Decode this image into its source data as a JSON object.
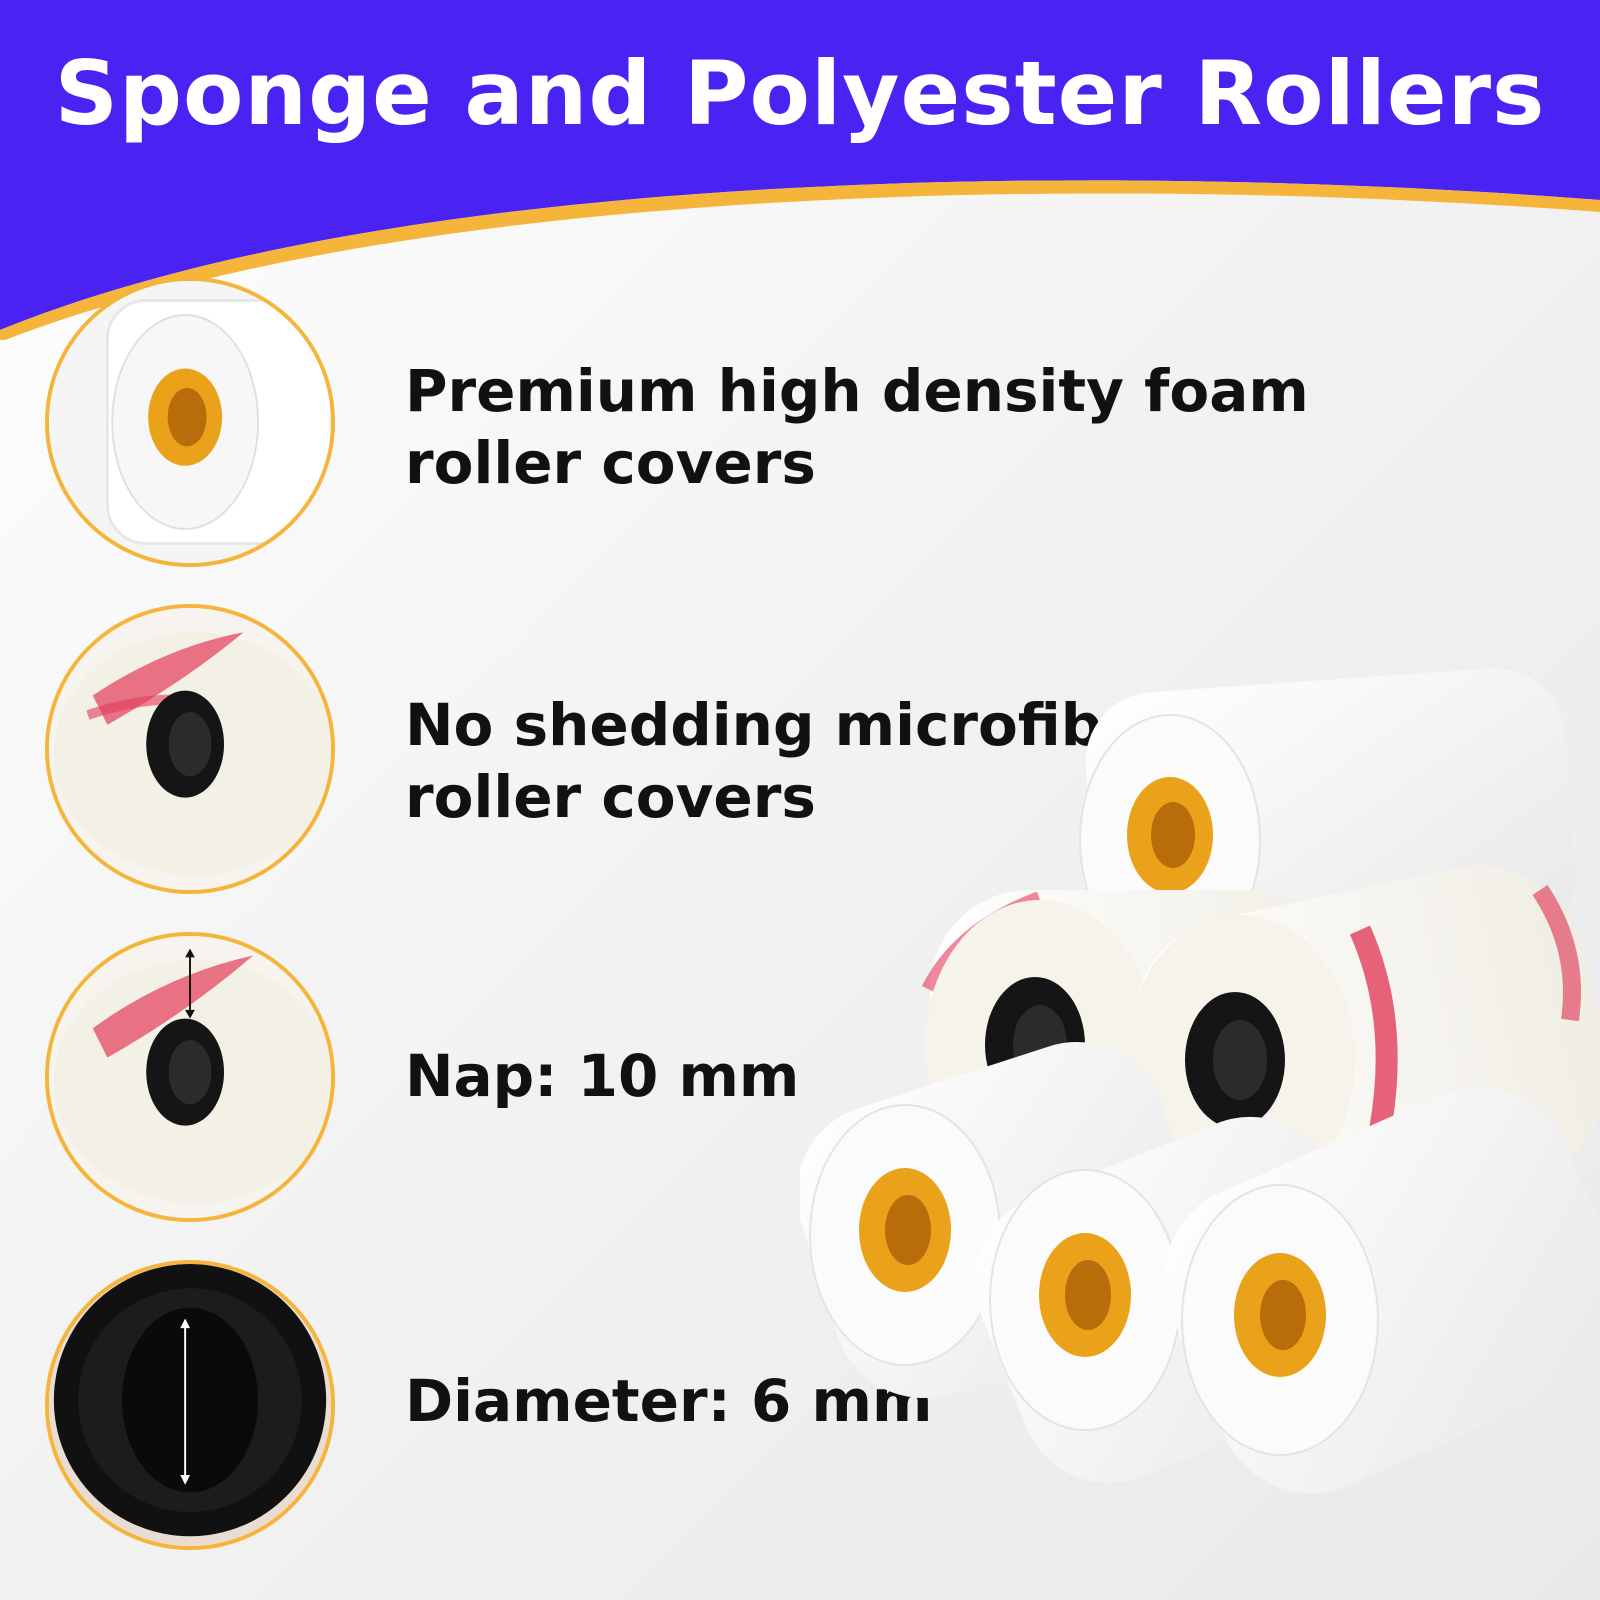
{
  "header": {
    "title": "Sponge and Polyester Rollers",
    "background_color": "#4a23f2",
    "accent_color": "#f4b53a"
  },
  "features": [
    {
      "line1": "Premium high density foam",
      "line2": "roller covers",
      "icon": "foam-roller-icon"
    },
    {
      "line1": "No shedding microfiber",
      "line2": "roller covers",
      "icon": "microfiber-roller-icon"
    },
    {
      "line1": "Nap: 10 mm",
      "line2": "",
      "icon": "nap-measure-icon"
    },
    {
      "line1": "Diameter: 6 mm",
      "line2": "",
      "icon": "diameter-measure-icon"
    }
  ],
  "product_image": {
    "name": "roller-stack-image"
  }
}
